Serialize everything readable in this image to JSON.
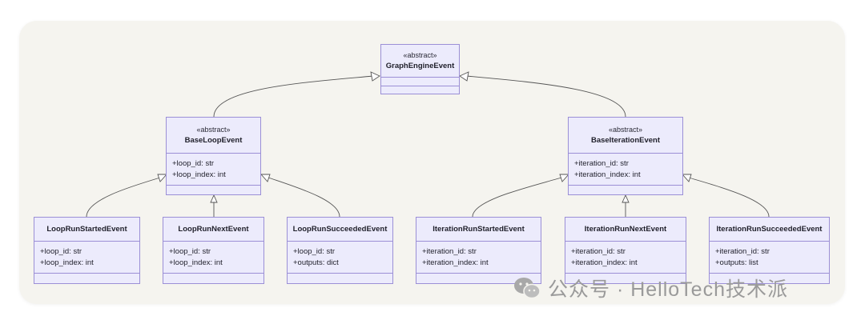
{
  "diagram": {
    "root": {
      "stereotype": "«abstract»",
      "name": "GraphEngineEvent",
      "attributes": []
    },
    "base_loop": {
      "stereotype": "«abstract»",
      "name": "BaseLoopEvent",
      "attributes": [
        "+loop_id: str",
        "+loop_index: int"
      ]
    },
    "base_iteration": {
      "stereotype": "«abstract»",
      "name": "BaseIterationEvent",
      "attributes": [
        "+iteration_id: str",
        "+iteration_index: int"
      ]
    },
    "loop_started": {
      "name": "LoopRunStartedEvent",
      "attributes": [
        "+loop_id: str",
        "+loop_index: int"
      ]
    },
    "loop_next": {
      "name": "LoopRunNextEvent",
      "attributes": [
        "+loop_id: str",
        "+loop_index: int"
      ]
    },
    "loop_succeeded": {
      "name": "LoopRunSucceededEvent",
      "attributes": [
        "+loop_id: str",
        "+outputs: dict"
      ]
    },
    "iteration_started": {
      "name": "IterationRunStartedEvent",
      "attributes": [
        "+iteration_id: str",
        "+iteration_index: int"
      ]
    },
    "iteration_next": {
      "name": "IterationRunNextEvent",
      "attributes": [
        "+iteration_id: str",
        "+iteration_index: int"
      ]
    },
    "iteration_succeeded": {
      "name": "IterationRunSucceededEvent",
      "attributes": [
        "+iteration_id: str",
        "+outputs: list"
      ]
    }
  },
  "watermark": {
    "icon": "wechat-icon",
    "text": "公众号 · HelloTech技术派"
  },
  "colors": {
    "box_fill": "#ecebfc",
    "box_border": "#9b8fd6",
    "edge": "#555555",
    "canvas": "#f5f4ef"
  }
}
